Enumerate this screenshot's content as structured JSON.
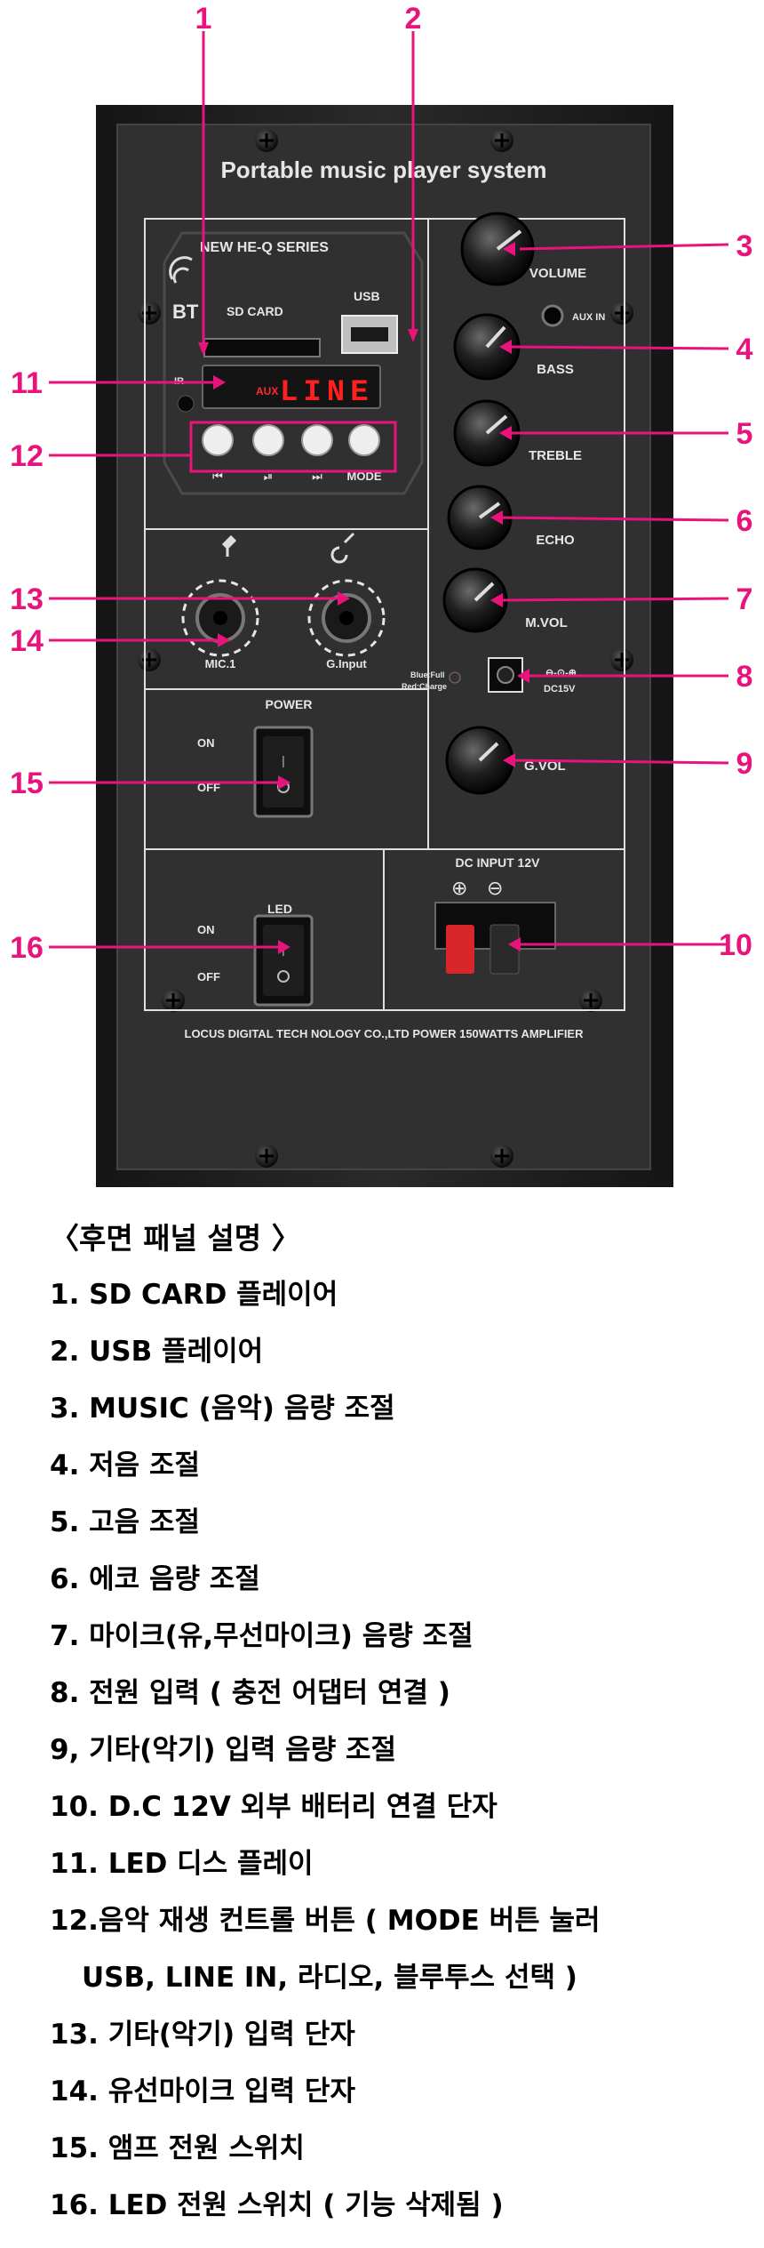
{
  "panel": {
    "title": "Portable music player system",
    "series": "NEW HE-Q SERIES",
    "bt_label": "BT",
    "sd_card_label": "SD CARD",
    "usb_label": "USB",
    "ir_label": "IR",
    "display_text": "LINE",
    "display_small": "AUX",
    "transport": {
      "prev": "⏮",
      "play_pause": "⏯",
      "next": "⏭",
      "mode": "MODE"
    },
    "knobs": {
      "volume": "VOLUME",
      "aux_in": "AUX IN",
      "bass": "BASS",
      "treble": "TREBLE",
      "echo": "ECHO",
      "m_vol": "M.VOL",
      "g_vol": "G.VOL"
    },
    "charge_label_1": "Blue:Full",
    "charge_label_2": "Red:Charge",
    "dc15v": "DC15V",
    "mic_label": "MIC.1",
    "ginput_label": "G.Input",
    "power_label": "POWER",
    "led_label": "LED",
    "on": "ON",
    "off": "OFF",
    "dc_input": "DC INPUT 12V",
    "plus": "⊕",
    "minus": "⊖",
    "footer": "LOCUS DIGITAL TECH NOLOGY CO.,LTD  POWER 150WATTS  AMPLIFIER"
  },
  "callouts": [
    "1",
    "2",
    "3",
    "4",
    "5",
    "6",
    "7",
    "8",
    "9",
    "10",
    "11",
    "12",
    "13",
    "14",
    "15",
    "16"
  ],
  "accent_color": "#e8137b",
  "legend": {
    "title": "〈후면 패널 설명 〉",
    "items": [
      "1. SD CARD 플레이어",
      "2. USB 플레이어",
      "3. MUSIC (음악) 음량 조절",
      "4. 저음 조절",
      "5. 고음 조절",
      "6. 에코 음량 조절",
      "7. 마이크(유,무선마이크) 음량 조절",
      "8. 전원 입력 ( 충전 어댑터 연결 )",
      "9, 기타(악기) 입력 음량 조절",
      "10. D.C 12V 외부 배터리 연결 단자",
      "11.  LED 디스 플레이",
      "12.음악 재생 컨트롤 버튼 ( MODE 버튼 눌러",
      "USB, LINE IN, 라디오, 블루투스 선택 )",
      "13. 기타(악기) 입력 단자",
      "14. 유선마이크 입력 단자",
      "15. 앰프 전원 스위치",
      "16. LED 전원 스위치 ( 기능 삭제됨 )"
    ]
  }
}
